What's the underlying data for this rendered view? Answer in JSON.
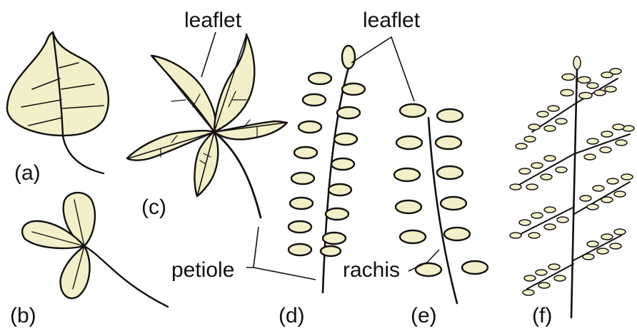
{
  "labels": {
    "leaflet_c": "leaflet",
    "leaflet_de": "leaflet",
    "petiole": "petiole",
    "rachis": "rachis",
    "a": "(a)",
    "b": "(b)",
    "c": "(c)",
    "d": "(d)",
    "e": "(e)",
    "f": "(f)"
  },
  "colors": {
    "leaf_fill": "#f3efc8",
    "ink": "#111111",
    "background": "#ffffff"
  }
}
